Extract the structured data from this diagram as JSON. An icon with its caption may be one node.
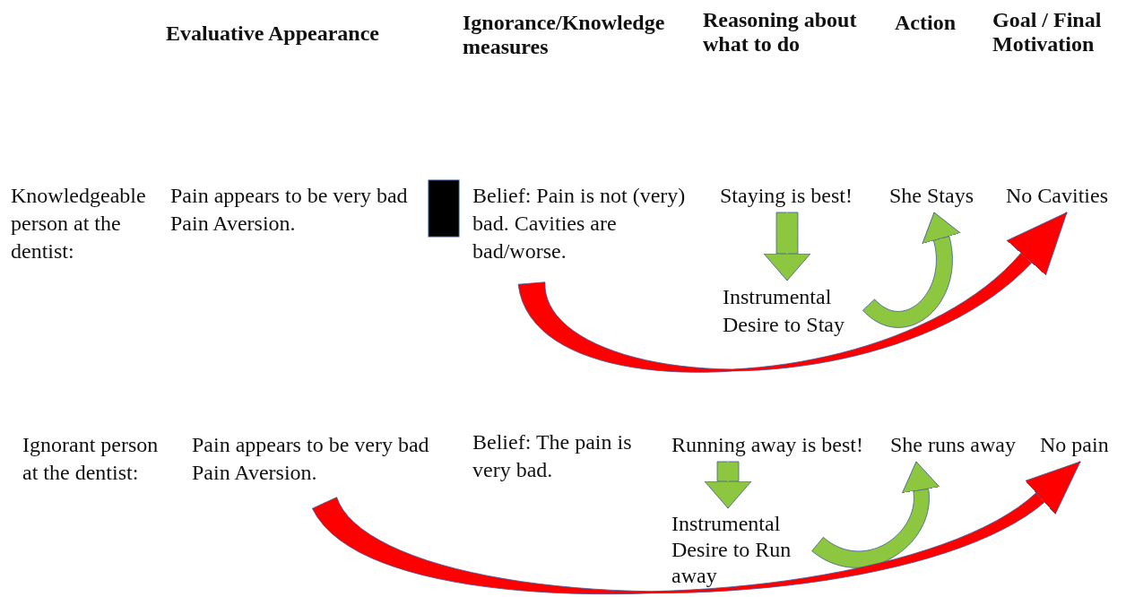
{
  "diagram": {
    "nodes": [
      {
        "text": [
          "Knowledgeable person at the dentist:"
        ]
      },
      {
        "text": [
          "Pain appears to be very bad",
          "Pain Aversion."
        ]
      },
      {
        "text": [
          "Belief: Pain is not (very) bad. Cavities are bad/worse."
        ]
      },
      {
        "text": [
          "Staying is best!"
        ]
      },
      {
        "text": [
          "Instrumental Desire to Stay"
        ]
      },
      {
        "text": [
          "She Stays"
        ]
      },
      {
        "text": [
          "No Cavities"
        ]
      },
      {
        "text": [
          "Ignorant person at the dentist:"
        ]
      },
      {
        "text": [
          "Pain appears to be very bad",
          "Pain Aversion."
        ]
      },
      {
        "text": [
          "Belief: The pain is very bad."
        ]
      },
      {
        "text": [
          "Running away is best!"
        ]
      },
      {
        "text": [
          "Instrumental Desire to Run away"
        ]
      },
      {
        "text": [
          "She runs away"
        ]
      },
      {
        "text": [
          "No pain"
        ]
      }
    ],
    "edges": [
      {
        "from": 3,
        "to": 4,
        "arrow": "to"
      },
      {
        "from": 4,
        "to": 5,
        "arrow": "to"
      },
      {
        "from": 2,
        "to": 6,
        "arrow": "to",
        "color": "#ff0000"
      },
      {
        "from": 10,
        "to": 11,
        "arrow": "to"
      },
      {
        "from": 11,
        "to": 12,
        "arrow": "to"
      },
      {
        "from": 8,
        "to": 13,
        "arrow": "to",
        "color": "#ff0000"
      }
    ],
    "labels": [
      "Evaluative Appearance",
      "Ignorance/Knowledge measures",
      "Reasoning about what to do",
      "Action",
      "Goal / Final Motivation"
    ]
  }
}
